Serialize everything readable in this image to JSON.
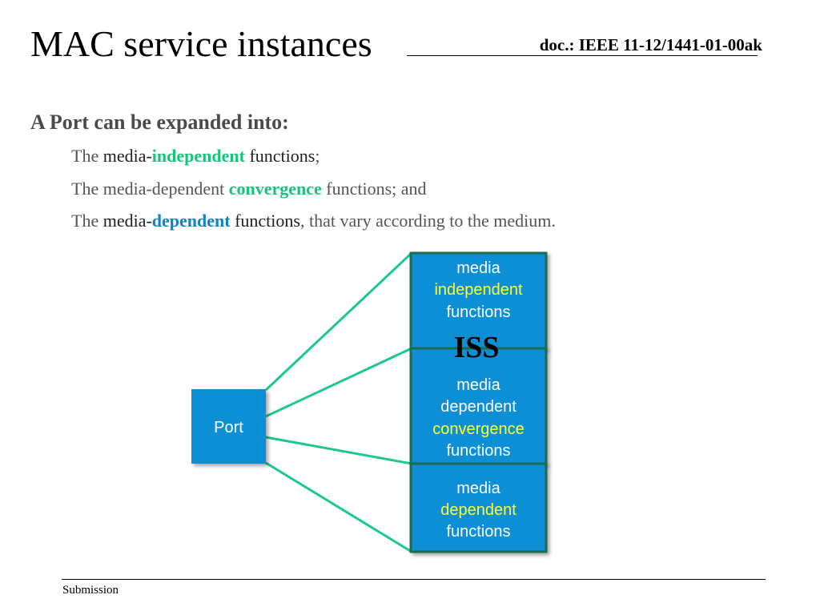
{
  "slide": {
    "title": "MAC service instances",
    "doc_ref": "doc.: IEEE 11-12/1441-01-00ak",
    "heading": "A Port can be expanded into:",
    "bullets": [
      {
        "prefix": "The ",
        "dark": "media-",
        "highlight": "independent",
        "suffix_dark": " functions",
        "suffix": ";"
      },
      {
        "prefix": "The media-dependent ",
        "highlight": "convergence",
        "suffix": " functions; and"
      },
      {
        "prefix": "The ",
        "dark": "media-",
        "highlight": "dependent",
        "suffix_dark": " functions",
        "suffix": ", that vary according to the medium."
      }
    ],
    "footer": "Submission"
  },
  "diagram": {
    "port_label": "Port",
    "iss_label": "ISS",
    "box1": {
      "line1": "media",
      "line2": "independent",
      "line3": "functions"
    },
    "box2": {
      "line1": "media",
      "line2": "dependent",
      "line3": "convergence",
      "line4": "functions"
    },
    "box3": {
      "line1": "media",
      "line2": "dependent",
      "line3": "functions"
    },
    "colors": {
      "box_fill": "#0f8fd6",
      "box_border": "#1e6b50",
      "connector": "#1dc98a",
      "highlight_text": "#ffff33",
      "label_text": "#ffffff"
    }
  }
}
